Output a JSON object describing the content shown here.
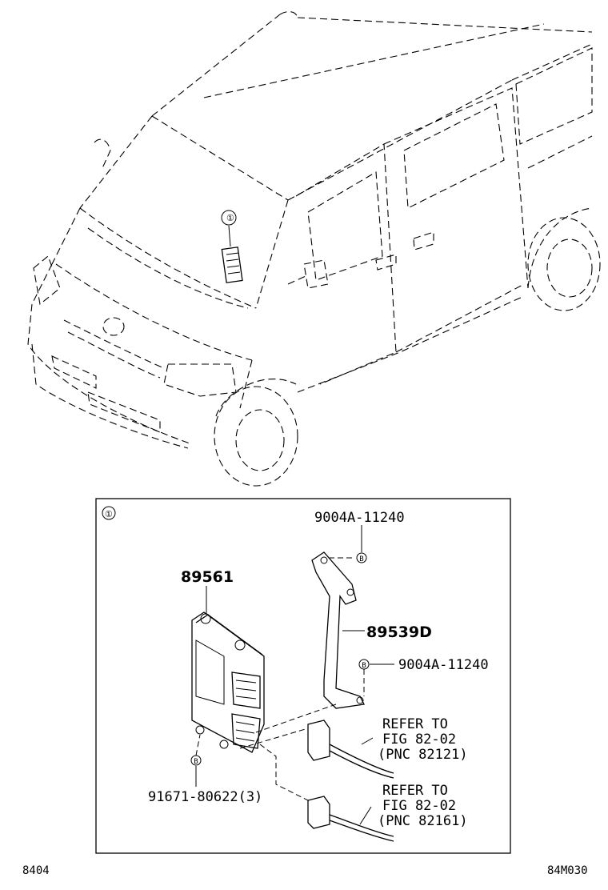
{
  "callout": {
    "marker": "①"
  },
  "parts": {
    "bracket_bolt_top": "9004A-11240",
    "ecu": "89561",
    "bracket": "89539D",
    "bracket_bolt_right": "9004A-11240",
    "ecu_nut": "91671-80622(3)",
    "bolt_symbol": "B"
  },
  "refer1": {
    "line1": "REFER TO",
    "line2": "FIG 82-02",
    "line3": "(PNC 82121)"
  },
  "refer2": {
    "line1": "REFER TO",
    "line2": "FIG 82-02",
    "line3": "(PNC 82161)"
  },
  "footer": {
    "left_code": "8404",
    "right_code": "84M030"
  }
}
